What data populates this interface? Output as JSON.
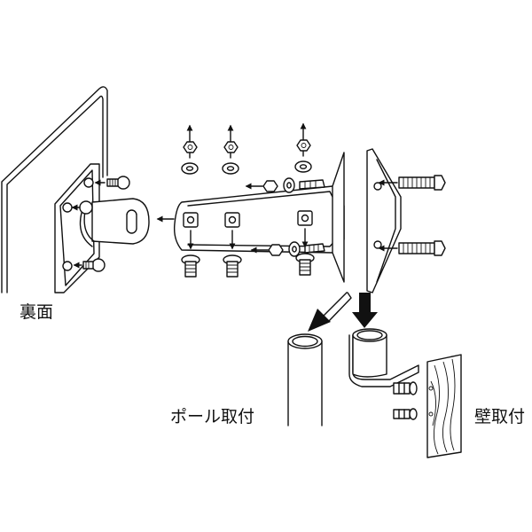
{
  "labels": {
    "back": "裏面",
    "pole_mount": "ポール取付",
    "wall_mount": "壁取付"
  }
}
